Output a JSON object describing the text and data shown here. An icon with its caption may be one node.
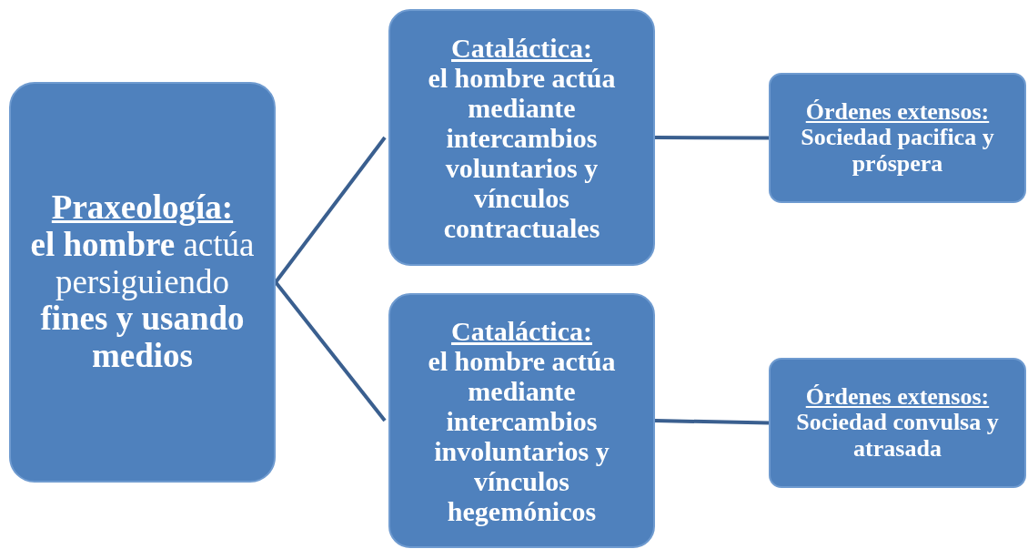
{
  "diagram": {
    "nodes": [
      {
        "text": [
          "Praxeología:",
          "**el hombre** actúa persiguiendo **fines y usando medios**"
        ]
      },
      {
        "text": [
          "Cataláctica:",
          "el hombre actúa mediante intercambios voluntarios y vínculos contractuales"
        ]
      },
      {
        "text": [
          "Cataláctica:",
          "el hombre actúa mediante intercambios involuntarios y vínculos hegemónicos"
        ]
      },
      {
        "text": [
          "Órdenes extensos:",
          "Sociedad pacifica y próspera"
        ]
      },
      {
        "text": [
          "Órdenes extensos:",
          "Sociedad convulsa y atrasada"
        ]
      }
    ],
    "edges": [
      {
        "from": 0,
        "to": 1,
        "arrow": "none"
      },
      {
        "from": 0,
        "to": 2,
        "arrow": "none"
      },
      {
        "from": 1,
        "to": 3,
        "arrow": "none"
      },
      {
        "from": 2,
        "to": 4,
        "arrow": "none"
      }
    ]
  }
}
